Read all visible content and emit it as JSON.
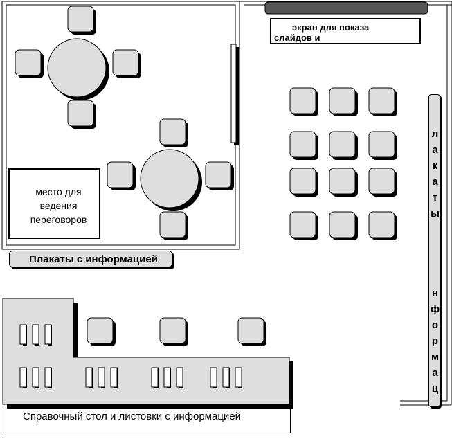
{
  "screen_label_lines": [
    "экран  для   показа",
    "слайдов и"
  ],
  "meeting_label_lines": [
    "место для",
    "ведения",
    "переговоров"
  ],
  "posters_label": "Плакаты с  информацией",
  "desk_label": "Справочный стол и листовки с информацией",
  "vertical_poster_letters": [
    "л",
    "а",
    "к",
    "а",
    "т",
    "ы",
    "",
    "",
    "",
    "",
    "н",
    "ф",
    "о",
    "р",
    "м",
    "а",
    "ц"
  ],
  "colors": {
    "chair_fill": "#dedede",
    "table_fill": "#dedede",
    "desk_fill": "#dedede",
    "shadow": "#000000",
    "screen_bar": "#666666"
  }
}
